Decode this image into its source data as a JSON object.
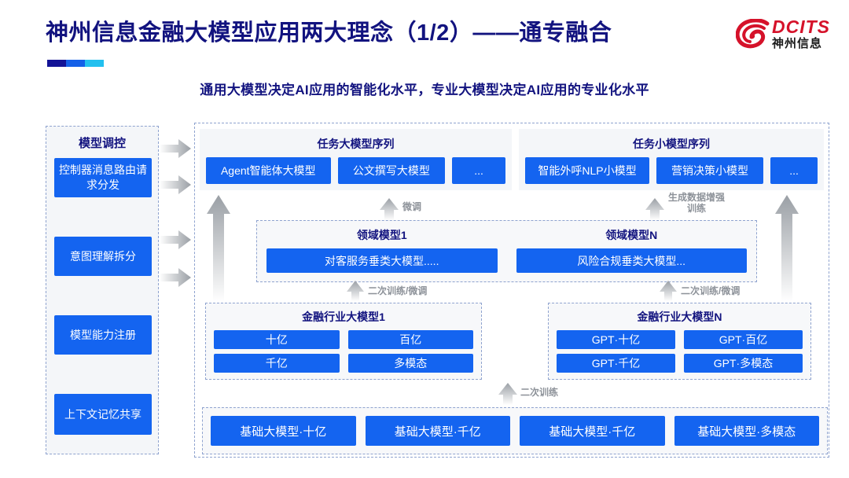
{
  "header": {
    "title": "神州信息金融大模型应用两大理念（1/2）——通专融合",
    "subtitle": "通用大模型决定AI应用的智能化水平，专业大模型决定AI应用的专业化水平",
    "logo_en": "DCITS",
    "logo_cn": "神州信息",
    "accent_colors": [
      "#131396",
      "#1460e8",
      "#23c0ef"
    ],
    "title_color": "#12137f",
    "logo_color": "#d5122a"
  },
  "sidebar": {
    "title": "模型调控",
    "items": [
      {
        "label": "控制器消息路由请求分发"
      },
      {
        "label": "意图理解拆分"
      },
      {
        "label": "模型能力注册"
      },
      {
        "label": "上下文记忆共享"
      }
    ]
  },
  "task_groups": [
    {
      "title": "任务大模型序列",
      "items": [
        {
          "label": "Agent智能体大模型"
        },
        {
          "label": "公文撰写大模型"
        },
        {
          "label": "..."
        }
      ]
    },
    {
      "title": "任务小模型序列",
      "items": [
        {
          "label": "智能外呼NLP小模型"
        },
        {
          "label": "营销决策小模型"
        },
        {
          "label": "..."
        }
      ]
    }
  ],
  "domain_models": [
    {
      "title": "领域模型1",
      "label": "对客服务垂类大模型....."
    },
    {
      "title": "领域模型N",
      "label": "风险合规垂类大模型..."
    }
  ],
  "industry_models": [
    {
      "title": "金融行业大模型1",
      "items": [
        "十亿",
        "百亿",
        "千亿",
        "多模态"
      ]
    },
    {
      "title": "金融行业大模型N",
      "items": [
        "GPT·十亿",
        "GPT·百亿",
        "GPT·千亿",
        "GPT·多模态"
      ]
    }
  ],
  "base_models": [
    {
      "label": "基础大模型·十亿"
    },
    {
      "label": "基础大模型·千亿"
    },
    {
      "label": "基础大模型·千亿"
    },
    {
      "label": "基础大模型·多模态"
    }
  ],
  "flow_labels": {
    "fine_tune": "微调",
    "data_aug": "生成数据增强\n训练",
    "retrain_left": "二次训练/微调",
    "retrain_right": "二次训练/微调",
    "retrain_base": "二次训练"
  },
  "colors": {
    "box_blue": "#1464f0",
    "panel_bg": "#f4f6f9",
    "dashed_border": "#8fa3cf",
    "arrow_gray": "#b9bdc2"
  }
}
